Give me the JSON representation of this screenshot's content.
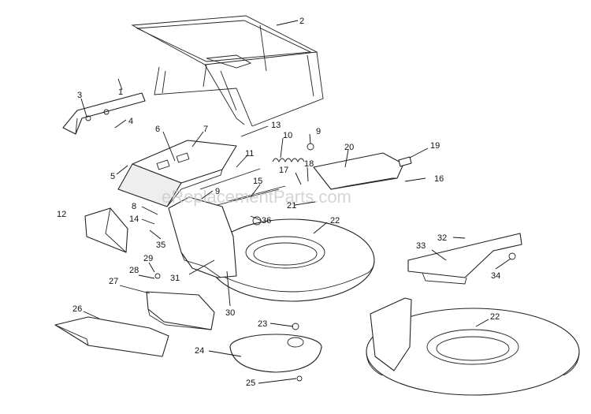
{
  "watermark": "eReplacementParts.com",
  "callouts": [
    "1",
    "2",
    "3",
    "4",
    "5",
    "6",
    "7",
    "8",
    "9",
    "9",
    "10",
    "11",
    "12",
    "13",
    "14",
    "15",
    "16",
    "17",
    "18",
    "19",
    "20",
    "21",
    "22",
    "22",
    "23",
    "24",
    "25",
    "26",
    "27",
    "28",
    "29",
    "30",
    "31",
    "32",
    "33",
    "34",
    "35",
    "36"
  ]
}
